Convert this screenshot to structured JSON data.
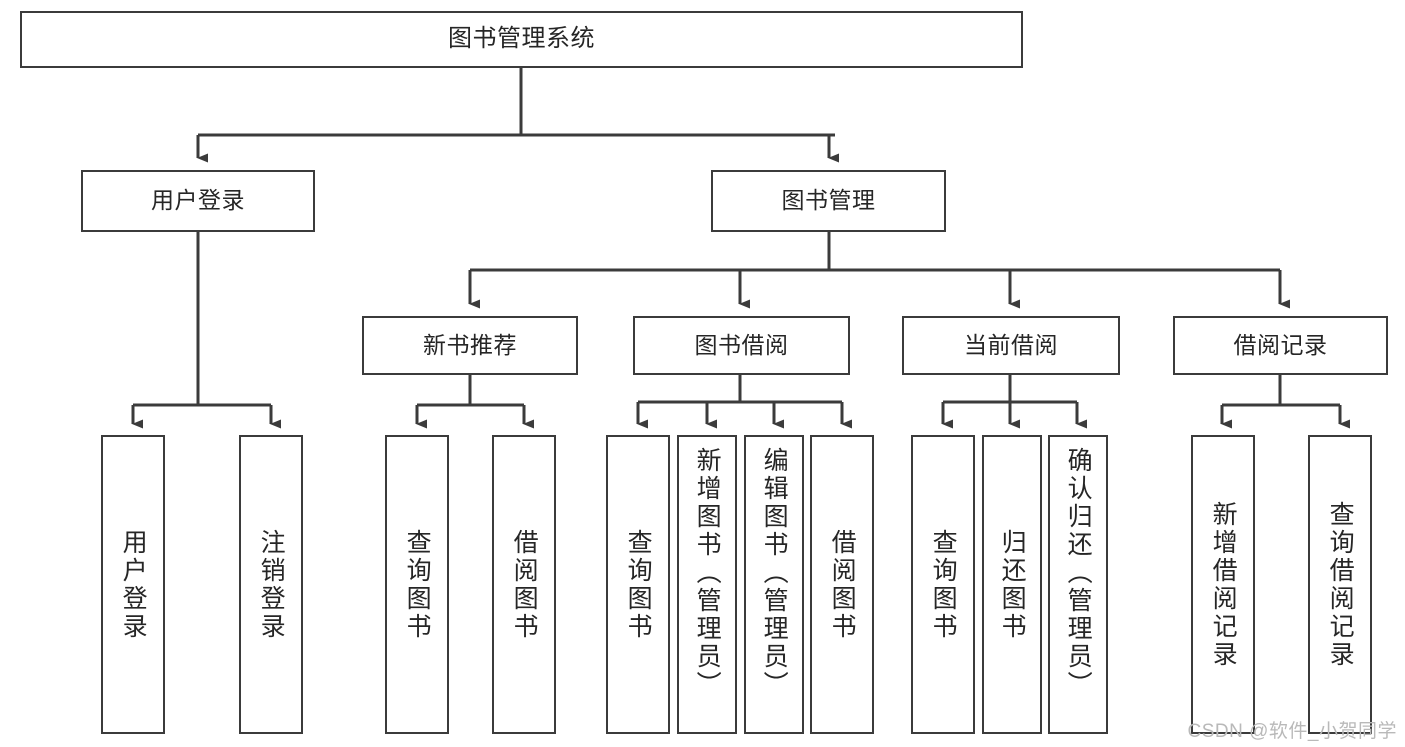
{
  "diagram": {
    "title": "图书管理系统",
    "type": "tree-hierarchy",
    "watermark": "CSDN @软件_小贺同学",
    "colors": {
      "box_border": "#3b3b3b",
      "box_fill": "#ffffff",
      "connector": "#3b3b3b",
      "text": "#262626",
      "watermark": "#b9b9b9",
      "background": "#ffffff"
    },
    "nodes": {
      "root": {
        "label": "图书管理系统"
      },
      "level2": [
        {
          "id": "user-login",
          "label": "用户登录"
        },
        {
          "id": "book-manage",
          "label": "图书管理"
        }
      ],
      "level3": [
        {
          "id": "new-book-recommend",
          "label": "新书推荐"
        },
        {
          "id": "book-borrow",
          "label": "图书借阅"
        },
        {
          "id": "current-borrow",
          "label": "当前借阅"
        },
        {
          "id": "borrow-record",
          "label": "借阅记录"
        }
      ],
      "leaves": {
        "user_login": [
          {
            "id": "leaf-user-login",
            "label": "用户登录"
          },
          {
            "id": "leaf-logout",
            "label": "注销登录"
          }
        ],
        "new_book_recommend": [
          {
            "id": "leaf-query-book-1",
            "label": "查询图书"
          },
          {
            "id": "leaf-borrow-book-1",
            "label": "借阅图书"
          }
        ],
        "book_borrow": [
          {
            "id": "leaf-query-book-2",
            "label": "查询图书"
          },
          {
            "id": "leaf-add-book",
            "label": "新增图书（管理员）"
          },
          {
            "id": "leaf-edit-book",
            "label": "编辑图书（管理员）"
          },
          {
            "id": "leaf-borrow-book-2",
            "label": "借阅图书"
          }
        ],
        "current_borrow": [
          {
            "id": "leaf-query-book-3",
            "label": "查询图书"
          },
          {
            "id": "leaf-return-book",
            "label": "归还图书"
          },
          {
            "id": "leaf-confirm-return",
            "label": "确认归还（管理员）"
          }
        ],
        "borrow_record": [
          {
            "id": "leaf-add-record",
            "label": "新增借阅记录"
          },
          {
            "id": "leaf-query-record",
            "label": "查询借阅记录"
          }
        ]
      }
    }
  }
}
